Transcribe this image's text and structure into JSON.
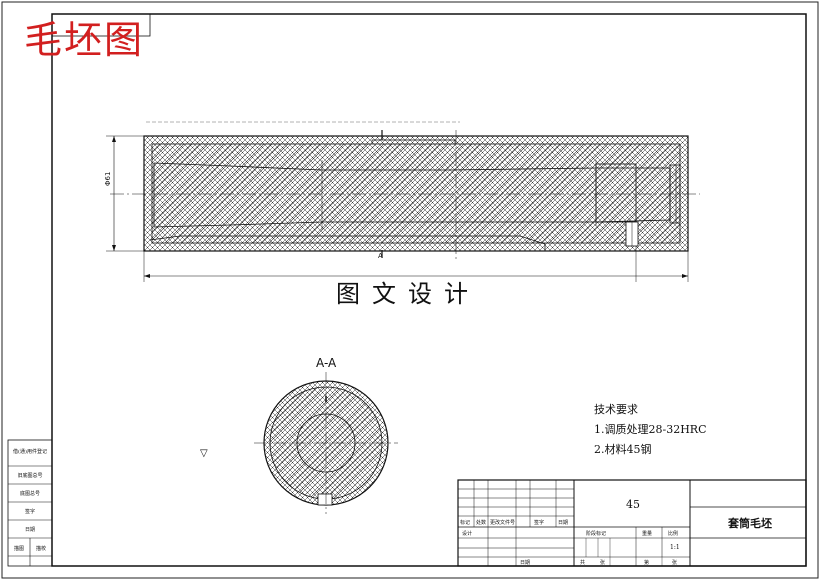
{
  "drawing": {
    "red_title": "毛坯图",
    "watermark": "图文设计",
    "section_label": "A-A",
    "dimension_diameter": "Φ61",
    "dimension_section_marker": "A",
    "technical_requirements": {
      "heading": "技术要求",
      "items": [
        "1.调质处理28-32HRC",
        "2.材料45钢"
      ]
    },
    "title_block": {
      "material": "45",
      "part_name": "套筒毛坯",
      "scale": "1:1",
      "revision_row_labels": [
        "标记",
        "处数",
        "更改文件号",
        "签字",
        "日期"
      ],
      "designer_label": "设计",
      "date_label": "日期",
      "stage_labels": [
        "阶段标记",
        "重量",
        "比例"
      ],
      "sheet_labels": [
        "共",
        "张",
        "第",
        "张"
      ]
    },
    "side_table": {
      "rows": [
        "借(通)用件登记",
        "旧底图总号",
        "底图总号",
        "签字",
        "日期"
      ],
      "bottom_labels": [
        "描图",
        "描校"
      ]
    },
    "surface_symbol": "▽"
  }
}
